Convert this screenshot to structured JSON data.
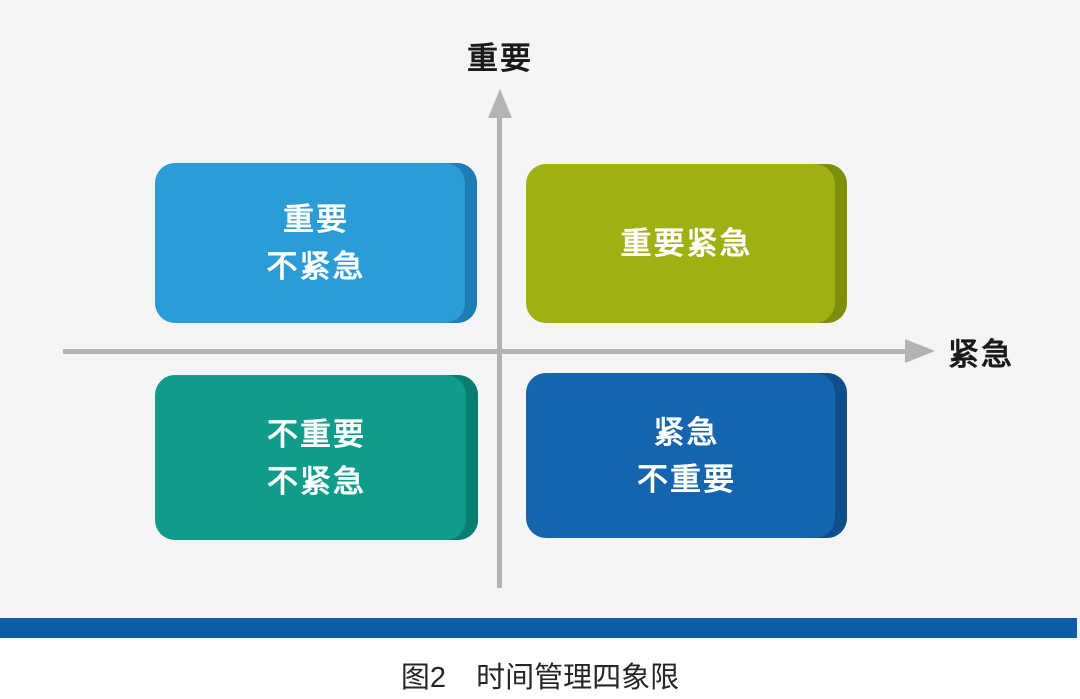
{
  "figure": {
    "y_axis_label": "重要",
    "x_axis_label": "紧急",
    "quadrants": {
      "top_left": {
        "lines": [
          "重要",
          "不紧急"
        ],
        "fill": "#2B9CD5",
        "bevel": "#1E7DB2"
      },
      "top_right": {
        "lines": [
          "重要紧急"
        ],
        "fill": "#9FB012",
        "bevel": "#7F8D0C"
      },
      "bottom_left": {
        "lines": [
          "不重要",
          "不紧急"
        ],
        "fill": "#0F9C8B",
        "bevel": "#0A7D70"
      },
      "bottom_right": {
        "lines": [
          "紧急",
          "不重要"
        ],
        "fill": "#1564AE",
        "bevel": "#0F4E8A"
      }
    },
    "caption": {
      "figure_no": "图2",
      "title": "时间管理四象限"
    },
    "colors": {
      "background": "#F5F5F6",
      "axis": "#B3B3B3",
      "axis_label_text": "#1A1A1A",
      "divider_bar": "#0E5DA9",
      "footer_background": "#FFFFFF",
      "box_text": "#FFFFFF",
      "caption_text": "#262626"
    }
  }
}
